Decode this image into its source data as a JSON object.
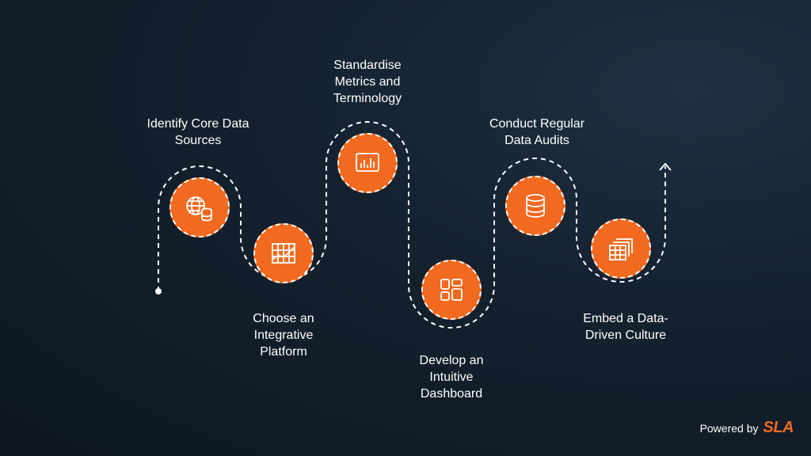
{
  "steps": [
    {
      "label": "Identify Core Data\nSources",
      "icon": "globe-database-icon"
    },
    {
      "label": "Choose an\nIntegrative\nPlatform",
      "icon": "grid-chart-icon"
    },
    {
      "label": "Standardise\nMetrics and\nTerminology",
      "icon": "bar-chart-monitor-icon"
    },
    {
      "label": "Develop an\nIntuitive\nDashboard",
      "icon": "dashboard-blocks-icon"
    },
    {
      "label": "Conduct Regular\nData Audits",
      "icon": "database-icon"
    },
    {
      "label": "Embed a Data-\nDriven Culture",
      "icon": "stacked-table-icon"
    }
  ],
  "footer": {
    "powered_by": "Powered by",
    "brand": "SLA"
  },
  "colors": {
    "accent": "#f26a1f",
    "path": "#ffffff",
    "background": "#0d161f"
  }
}
